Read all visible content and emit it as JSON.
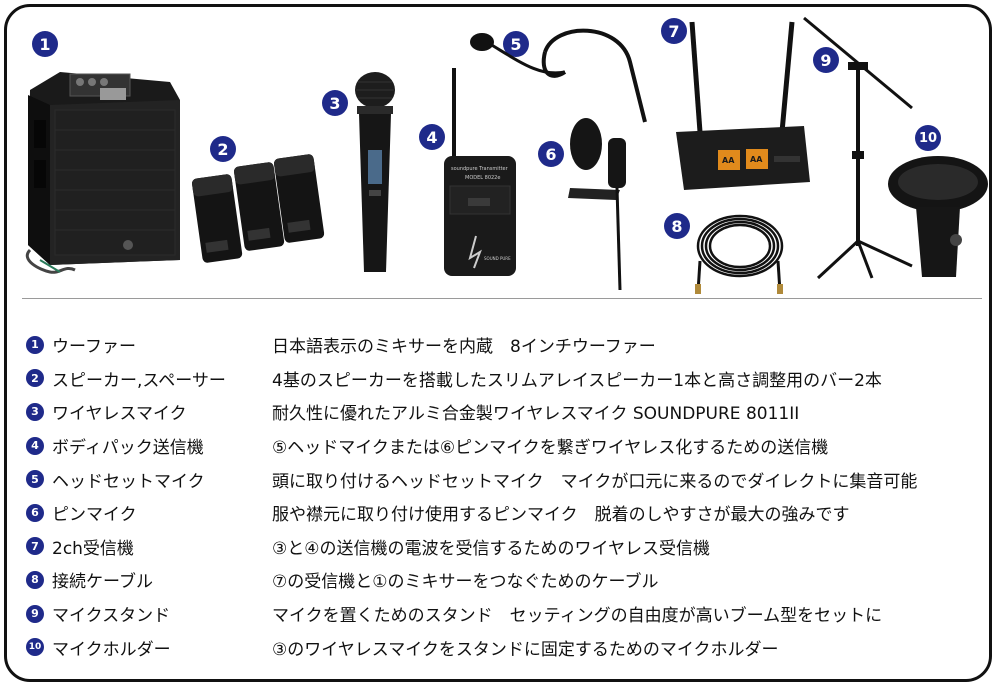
{
  "products": [
    {
      "num": "1",
      "name": "ウーファー",
      "desc": "日本語表示のミキサーを内蔵　8インチウーファー"
    },
    {
      "num": "2",
      "name": "スピーカー,スペーサー",
      "desc": "4基のスピーカーを搭載したスリムアレイスピーカー1本と高さ調整用のバー2本"
    },
    {
      "num": "3",
      "name": "ワイヤレスマイク",
      "desc": "耐久性に優れたアルミ合金製ワイヤレスマイク SOUNDPURE 8011II"
    },
    {
      "num": "4",
      "name": "ボディパック送信機",
      "desc": "⑤ヘッドマイクまたは⑥ピンマイクを繋ぎワイヤレス化するための送信機"
    },
    {
      "num": "5",
      "name": "ヘッドセットマイク",
      "desc": "頭に取り付けるヘッドセットマイク　マイクが口元に来るのでダイレクトに集音可能"
    },
    {
      "num": "6",
      "name": "ピンマイク",
      "desc": "服や襟元に取り付け使用するピンマイク　脱着のしやすさが最大の強みです"
    },
    {
      "num": "7",
      "name": "2ch受信機",
      "desc": "③と④の送信機の電波を受信するためのワイヤレス受信機"
    },
    {
      "num": "8",
      "name": "接続ケーブル",
      "desc": "⑦の受信機と①のミキサーをつなぐためのケーブル"
    },
    {
      "num": "9",
      "name": "マイクスタンド",
      "desc": "マイクを置くためのスタンド　セッティングの自由度が高いブーム型をセットに"
    },
    {
      "num": "10",
      "name": "マイクホルダー",
      "desc": "③のワイヤレスマイクをスタンドに固定するためのマイクホルダー"
    }
  ],
  "product_labels": {
    "transmitter_top": "soundpure Transmitter",
    "transmitter_model": "MODEL 8022e",
    "transmitter_brand": "SOUND PURE",
    "receiver_display_a": "AA",
    "receiver_display_b": "AA"
  },
  "colors": {
    "badge": "#1f2a8a",
    "frame": "#111111"
  }
}
